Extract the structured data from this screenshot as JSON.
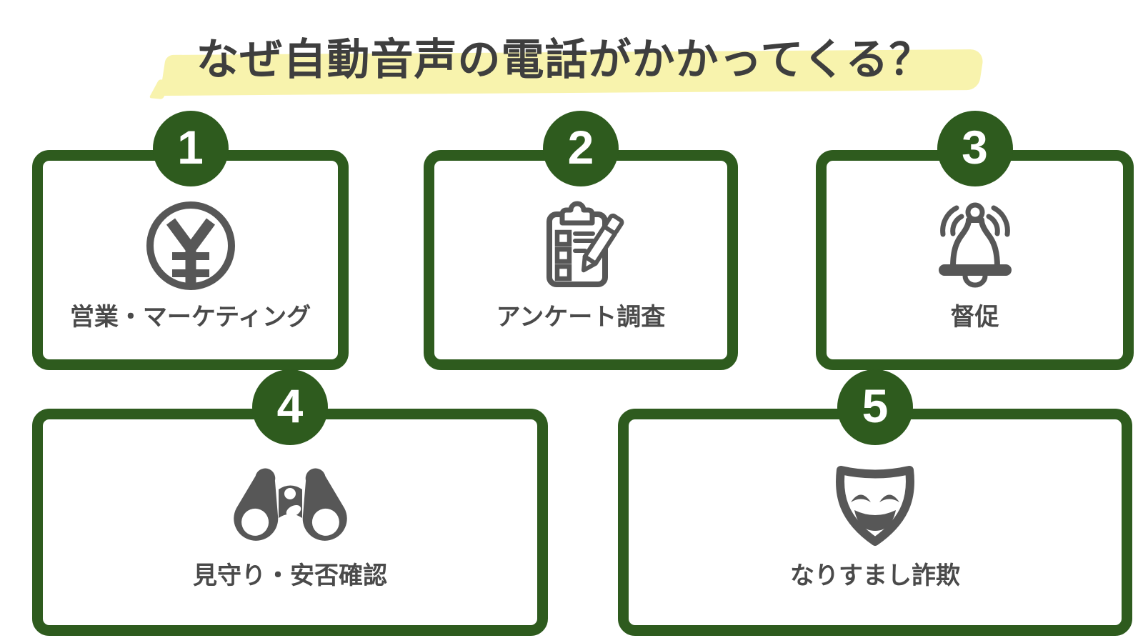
{
  "title": "なぜ自動音声の電話がかかってくる？",
  "colors": {
    "frame_green": "#2e5b1e",
    "highlight_yellow": "#f8f3ad",
    "icon_gray": "#575757",
    "label_gray": "#4a4a4a",
    "title_gray": "#3e3e3e",
    "background": "#ffffff"
  },
  "cards": [
    {
      "number": "1",
      "label": "営業・マーケティング",
      "icon": "yen-coin-icon"
    },
    {
      "number": "2",
      "label": "アンケート調査",
      "icon": "survey-clipboard-pencil-icon"
    },
    {
      "number": "3",
      "label": "督促",
      "icon": "ringing-bell-icon"
    },
    {
      "number": "4",
      "label": "見守り・安否確認",
      "icon": "binoculars-icon"
    },
    {
      "number": "5",
      "label": "なりすまし詐欺",
      "icon": "theater-mask-icon"
    }
  ]
}
